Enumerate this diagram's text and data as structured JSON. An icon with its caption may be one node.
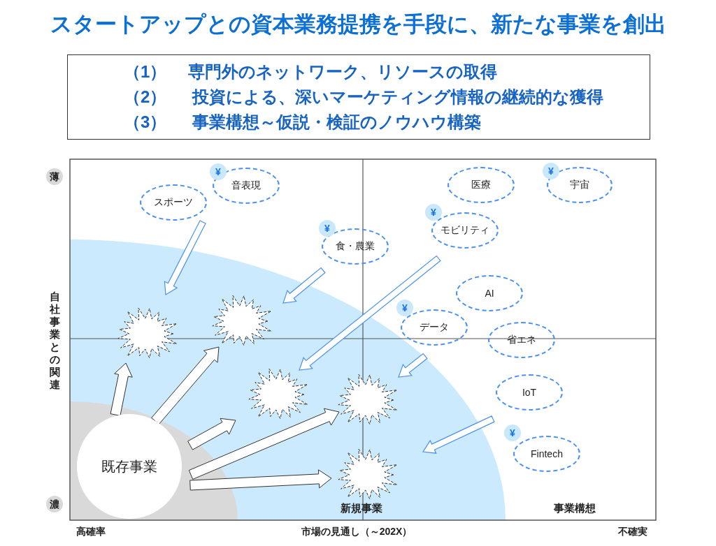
{
  "diagram": {
    "title": "スタートアップとの資本業務提携を手段に、新たな事業を創出",
    "nodes": [
      {
        "text": [
          "（1）",
          "専門外のネットワーク、リソースの取得",
          "（2）",
          "投資による、深いマーケティング情報の継続的な獲得",
          "（3）",
          "事業構想～仮説・検証のノウハウ構築"
        ]
      },
      {
        "text": [
          "¥"
        ]
      },
      {
        "text": [
          "音表現"
        ]
      },
      {
        "text": [
          "スポーツ"
        ]
      },
      {
        "text": [
          "医療"
        ]
      },
      {
        "text": [
          "¥"
        ]
      },
      {
        "text": [
          "宇宙"
        ]
      },
      {
        "text": [
          "¥"
        ]
      },
      {
        "text": [
          "モビリティ"
        ]
      },
      {
        "text": [
          "¥"
        ]
      },
      {
        "text": [
          "食・農業"
        ]
      },
      {
        "text": [
          "AI"
        ]
      },
      {
        "text": [
          "¥"
        ]
      },
      {
        "text": [
          "データ"
        ]
      },
      {
        "text": [
          "省エネ"
        ]
      },
      {
        "text": [
          "IoT"
        ]
      },
      {
        "text": [
          "¥"
        ]
      },
      {
        "text": [
          "Fintech"
        ]
      },
      {
        "text": [],
        "shape": "star"
      },
      {
        "text": [],
        "shape": "star"
      },
      {
        "text": [],
        "shape": "star"
      },
      {
        "text": [],
        "shape": "star"
      },
      {
        "text": [],
        "shape": "star"
      },
      {
        "text": [
          "既存事業"
        ]
      }
    ],
    "edges": [
      {
        "from": 3,
        "to": 18,
        "arrow": "to",
        "color": "#4a90f0"
      },
      {
        "from": 10,
        "to": 19,
        "arrow": "to",
        "color": "#4a90f0"
      },
      {
        "from": 8,
        "to": 20,
        "arrow": "to",
        "color": "#4a90f0"
      },
      {
        "from": 13,
        "to": 21,
        "arrow": "to",
        "color": "#4a90f0"
      },
      {
        "from": 17,
        "to": 22,
        "arrow": "to",
        "color": "#4a90f0"
      },
      {
        "from": 23,
        "to": 18,
        "arrow": "to"
      },
      {
        "from": 23,
        "to": 19,
        "arrow": "to"
      },
      {
        "from": 23,
        "to": 20,
        "arrow": "to"
      },
      {
        "from": 23,
        "to": 21,
        "arrow": "to"
      },
      {
        "from": 23,
        "to": 22,
        "arrow": "to"
      }
    ],
    "labels": [
      "薄",
      "自社事業との関連",
      "濃",
      "新規事業",
      "事業構想",
      "高確率",
      "市場の見通し（～202X）",
      "不確実"
    ]
  }
}
